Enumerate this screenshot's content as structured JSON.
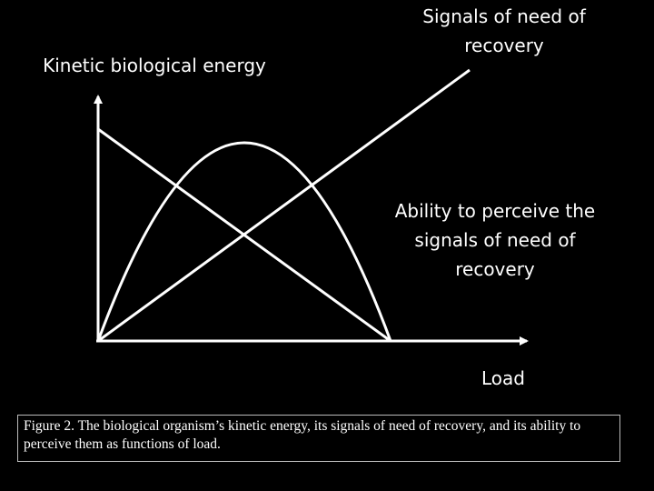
{
  "labels": {
    "y_axis": "Kinetic biological energy",
    "signals": "Signals of need of recovery",
    "ability": "Ability to perceive the signals of need of recovery",
    "x_axis": "Load"
  },
  "caption": "Figure 2. The biological organism’s kinetic energy, its signals of need of recovery, and its ability to perceive them as functions of load.",
  "colors": {
    "background": "#000000",
    "foreground": "#ffffff"
  }
}
